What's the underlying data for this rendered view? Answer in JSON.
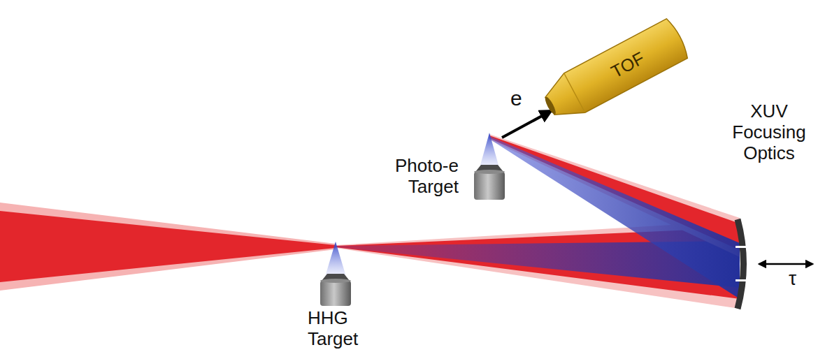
{
  "diagram": {
    "nodes": [
      {
        "text": [
          "TOF"
        ]
      }
    ],
    "labels": [
      "e",
      "Photo-e Target",
      "XUV Focusing Optics",
      "τ",
      "HHG Target"
    ]
  }
}
